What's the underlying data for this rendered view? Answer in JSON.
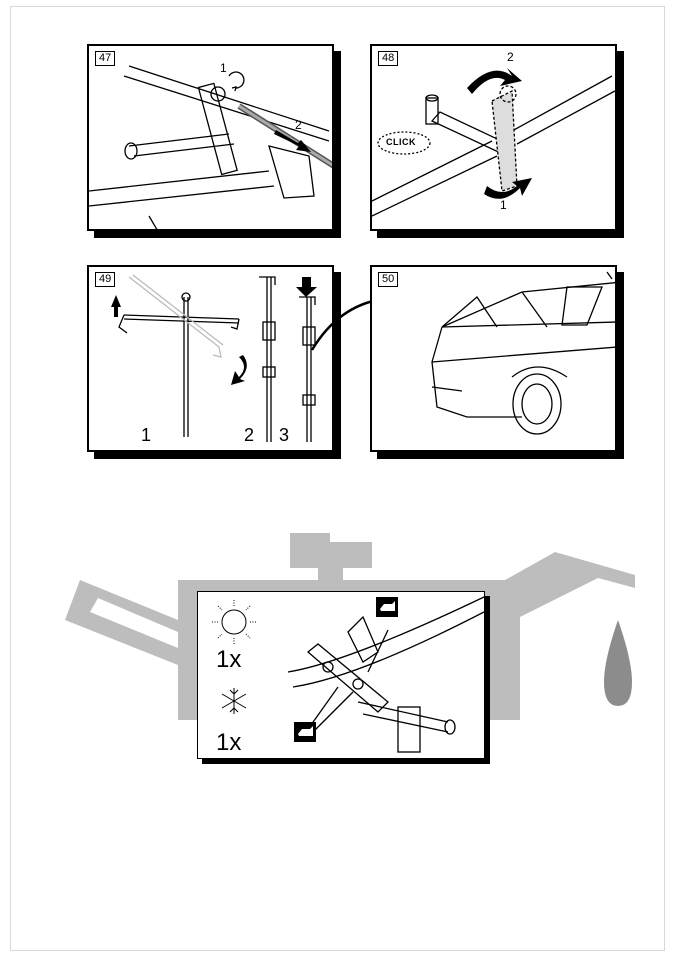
{
  "panels": [
    {
      "number": "47",
      "labels": [
        "1",
        "2"
      ]
    },
    {
      "number": "48",
      "labels": [
        "2",
        "1"
      ],
      "sound": "CLICK"
    },
    {
      "number": "49",
      "labels": [
        "1",
        "2",
        "3"
      ]
    },
    {
      "number": "50"
    }
  ],
  "maintenance": {
    "summer_frequency": "1x",
    "winter_frequency": "1x",
    "icons": [
      "sun-icon",
      "snowflake-icon",
      "oil-can-icon",
      "oil-drop-icon"
    ],
    "colors": {
      "oil_can": "#bdbdbd",
      "drop": "#8c8c8c"
    }
  }
}
